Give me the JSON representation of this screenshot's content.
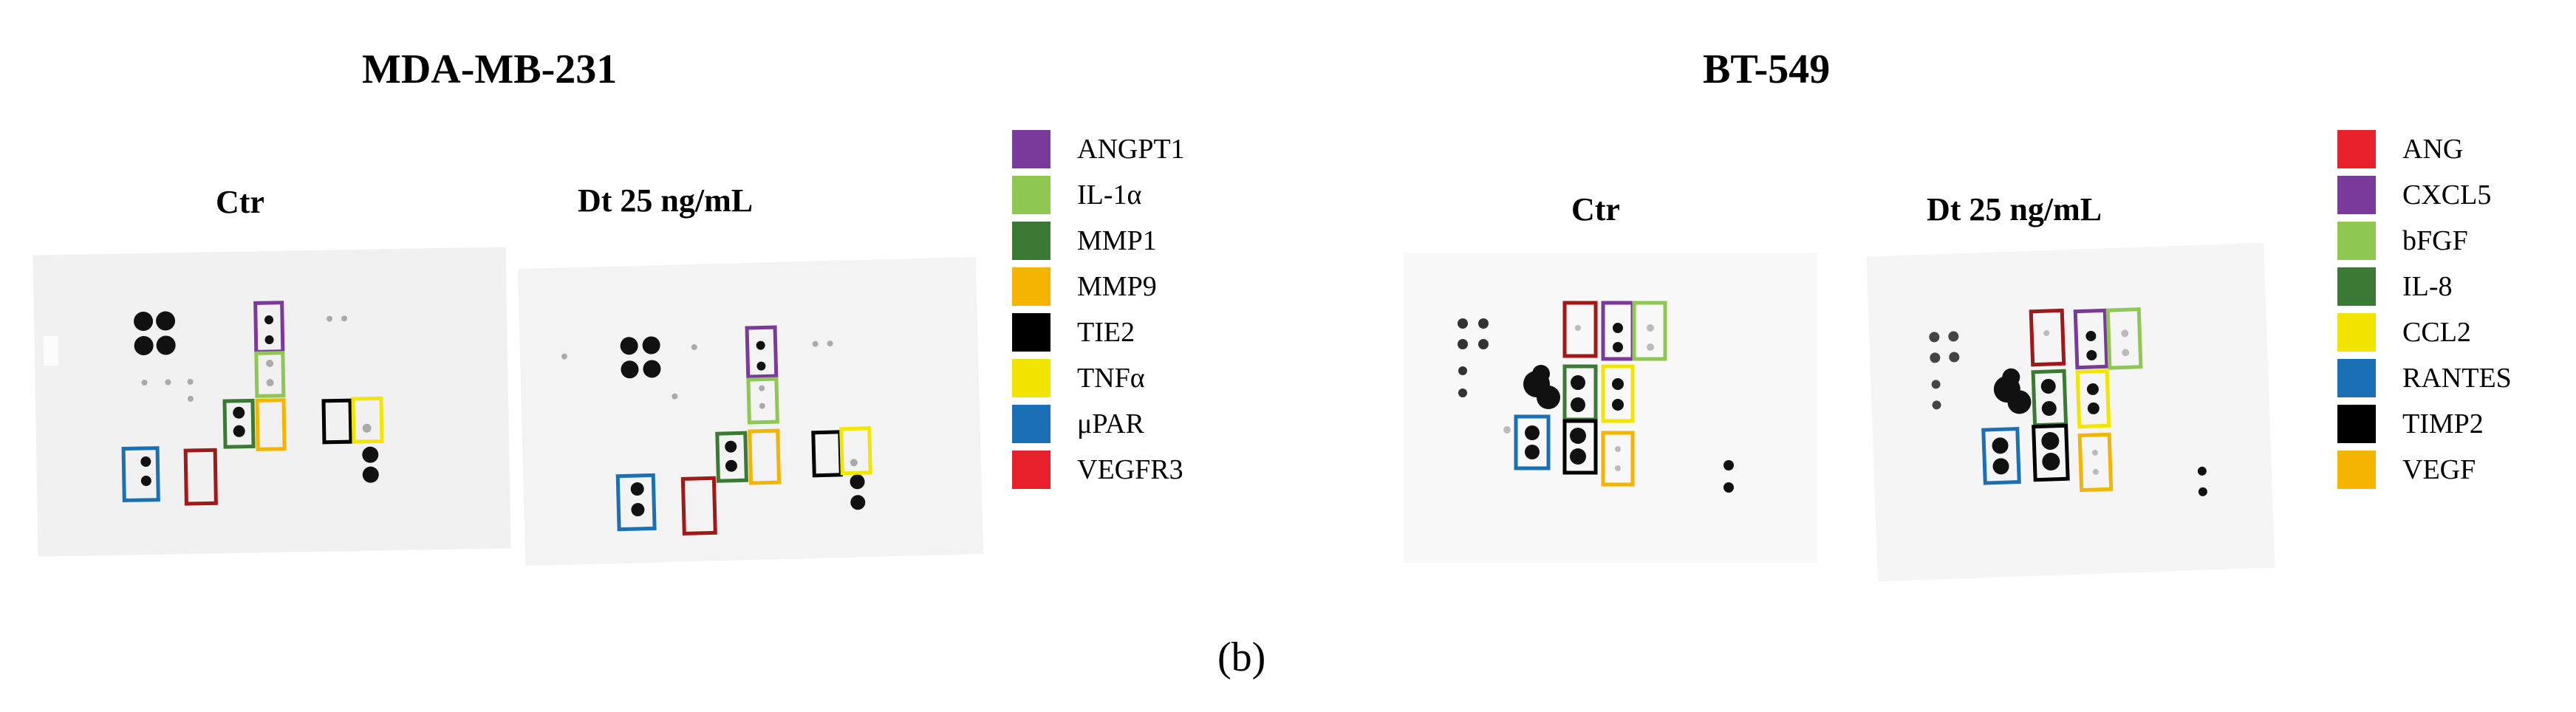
{
  "figure_label": "(b)",
  "colors": {
    "purple": "#7a3a9a",
    "light_green": "#8fc850",
    "dark_green": "#3a7a35",
    "orange": "#f5b400",
    "black": "#000000",
    "yellow": "#f2e600",
    "blue": "#1a6fb5",
    "red": "#e8202a",
    "dark_red": "#a01818"
  },
  "panels": [
    {
      "title": "MDA-MB-231",
      "conditions": [
        {
          "label": "Ctr"
        },
        {
          "label": "Dt 25 ng/mL"
        }
      ],
      "legend": [
        {
          "label": "ANGPT1",
          "color": "#7a3a9a"
        },
        {
          "label": "IL-1α",
          "color": "#8fc850"
        },
        {
          "label": "MMP1",
          "color": "#3a7a35"
        },
        {
          "label": "MMP9",
          "color": "#f5b400"
        },
        {
          "label": "TIE2",
          "color": "#000000"
        },
        {
          "label": "TNFα",
          "color": "#f2e600"
        },
        {
          "label": "μPAR",
          "color": "#1a6fb5"
        },
        {
          "label": "VEGFR3",
          "color": "#e8202a"
        }
      ]
    },
    {
      "title": "BT-549",
      "conditions": [
        {
          "label": "Ctr"
        },
        {
          "label": "Dt 25 ng/mL"
        }
      ],
      "legend": [
        {
          "label": "ANG",
          "color": "#e8202a"
        },
        {
          "label": "CXCL5",
          "color": "#7a3a9a"
        },
        {
          "label": "bFGF",
          "color": "#8fc850"
        },
        {
          "label": "IL-8",
          "color": "#3a7a35"
        },
        {
          "label": "CCL2",
          "color": "#f2e600"
        },
        {
          "label": "RANTES",
          "color": "#1a6fb5"
        },
        {
          "label": "TIMP2",
          "color": "#000000"
        },
        {
          "label": "VEGF",
          "color": "#f5b400"
        }
      ]
    }
  ]
}
